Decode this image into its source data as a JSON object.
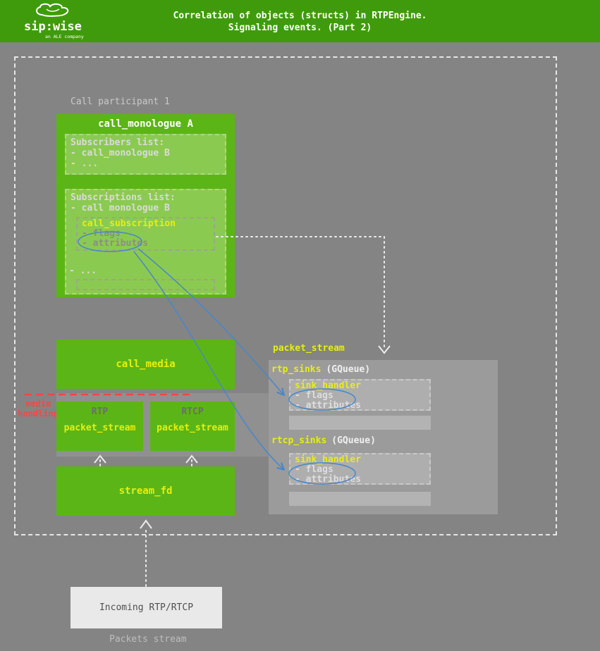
{
  "colors": {
    "header_green": "#3f9b0b",
    "box_green": "#5cb516",
    "inner_green": "#8bca51",
    "accent_yellow": "#e6ef0e",
    "connector_blue": "#4a86c8",
    "media_handling_red": "#ff4343"
  },
  "header": {
    "title_line1": "Correlation of objects (structs) in RTPEngine.",
    "title_line2": "Signaling events. (Part 2)",
    "logo": {
      "text": "sip:wise",
      "tagline": "an ALE company"
    }
  },
  "diagram": {
    "participant_label": "Call participant 1",
    "call_monologue": {
      "title": "call_monologue A",
      "subscribers": {
        "title": "Subscribers list:",
        "items": [
          "- call_monologue B",
          "- ..."
        ]
      },
      "subscriptions": {
        "title": "Subscriptions list:",
        "item": "- call monologue B",
        "call_subscription": {
          "title": "call_subscription",
          "fields": [
            "- flags",
            "- attributes"
          ]
        },
        "more": "- ..."
      }
    },
    "call_media": "call_media",
    "media_handling": [
      "media",
      "handling"
    ],
    "rtp": {
      "tag": "RTP",
      "label": "packet_stream"
    },
    "rtcp": {
      "tag": "RTCP",
      "label": "packet_stream"
    },
    "stream_fd": "stream_fd",
    "incoming": "Incoming RTP/RTCP",
    "packets_stream_label": "Packets stream",
    "packet_stream_panel": {
      "title": "packet_stream",
      "rtp_sinks": {
        "name": "rtp_sinks",
        "type": "(GQueue)"
      },
      "rtcp_sinks": {
        "name": "rtcp_sinks",
        "type": "(GQueue)"
      },
      "rtp_sink_handler": {
        "title": "sink_handler",
        "fields": [
          "- flags",
          "- attributes"
        ]
      },
      "rtcp_sink_handler": {
        "title": "sink_handler",
        "fields": [
          "- flags",
          "- attributes"
        ]
      }
    }
  }
}
